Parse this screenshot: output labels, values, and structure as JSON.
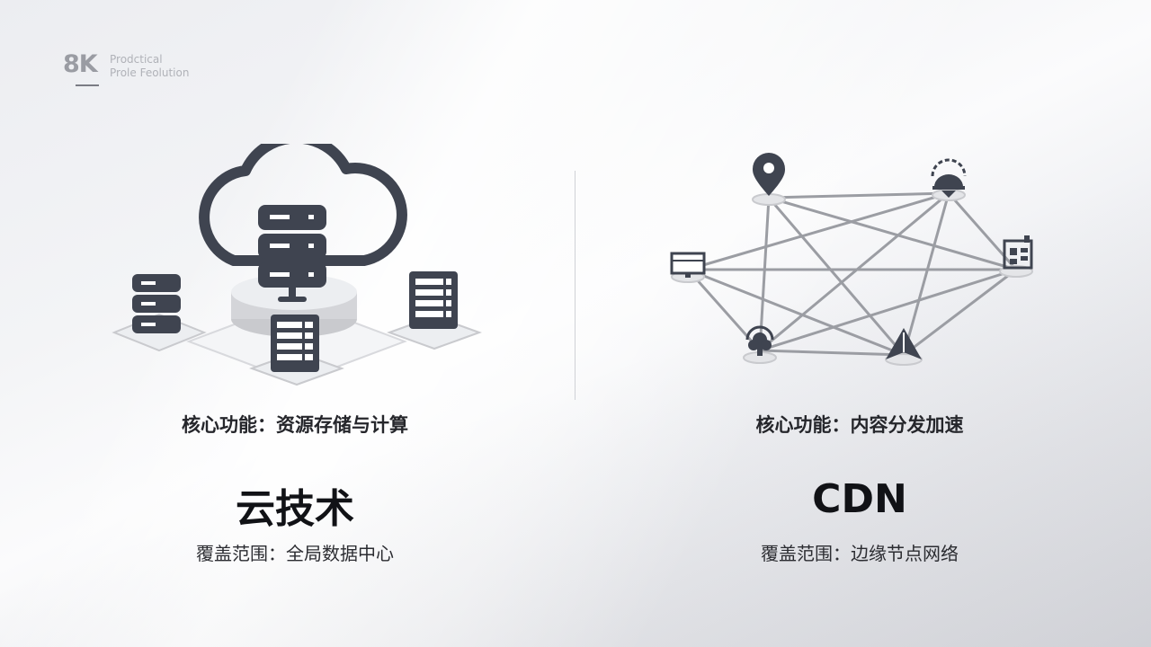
{
  "logo": {
    "mark": "8K",
    "line1": "Prodctical",
    "line2": "Prole Feolution"
  },
  "left": {
    "function": "核心功能：资源存储与计算",
    "title": "云技术",
    "coverage": "覆盖范围：全局数据中心",
    "icons": [
      "cloud-icon",
      "database-icon",
      "server-rack-icon"
    ]
  },
  "right": {
    "function": "核心功能：内容分发加速",
    "title": "CDN",
    "coverage": "覆盖范围：边缘节点网络",
    "icons": [
      "location-pin-icon",
      "dome-node-icon",
      "building-icon",
      "monitor-icon",
      "tree-node-icon",
      "triangle-node-icon"
    ]
  },
  "colors": {
    "icon": "#3f4450",
    "platform": "#d4d5d9",
    "line": "#9b9da3"
  }
}
